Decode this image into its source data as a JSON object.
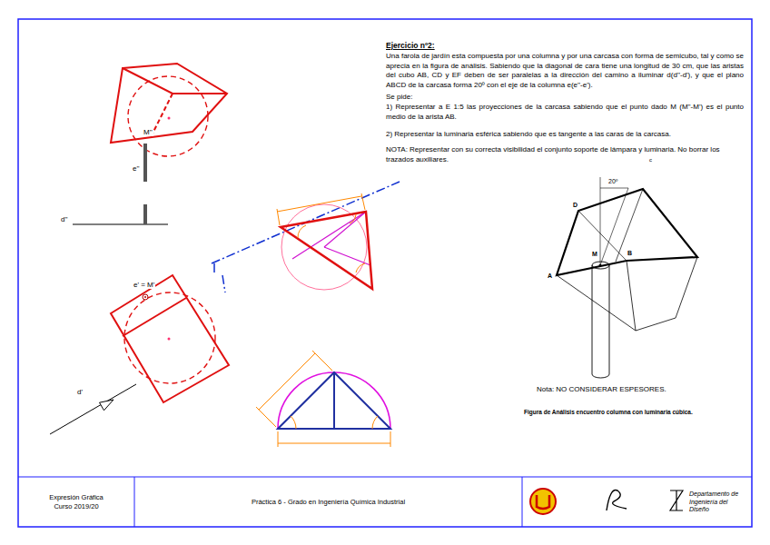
{
  "diagram": {
    "title": "Ejercicio nº2:",
    "caption": "Figura de Análisis encuentro columna con luminaria cúbica.",
    "nodes": [
      {
        "text": [
          "Expresión Gráfica",
          "Curso 2019/20"
        ]
      },
      {
        "text": [
          "Práctica 6 - Grado en Ingeniería Química Industrial"
        ]
      },
      {
        "text": [
          "Departamento de Ingeniería del Diseño"
        ]
      }
    ],
    "labels": [
      "Una farola de jardín esta compuesta por una columna y por una carcasa con forma de semicubo, tal y como se aprecia en la figura de análisis. Sabiendo que la diagonal de cara tiene una longitud de 30 cm, que las aristas del cubo AB, CD y EF deben de ser paralelas a la dirección del camino a iluminar d(d''-d'), y que el plano ABCD de la carcasa forma 20º con el eje de la columna e(e''-e').",
      "Se pide:",
      "1) Representar a E 1:5 las proyecciones de la carcasa sabiendo que el punto dado M (M''-M') es el punto medio de la arista AB.",
      "2) Representar la luminaria esférica sabiendo que es tangente a las caras de la carcasa.",
      "NOTA: Representar con su correcta visibilidad el conjunto soporte de lámpara y luminaria. No borrar los trazados auxiliares.",
      "c",
      "M''",
      "e''",
      "d''",
      "e' = M'",
      "d'",
      "20º",
      "D",
      "M",
      "B",
      "A",
      "Nota: NO CONSIDERAR ESPESORES."
    ]
  }
}
